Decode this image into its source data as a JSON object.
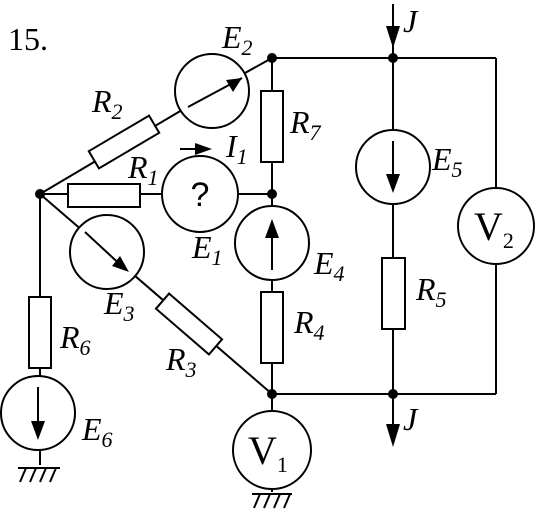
{
  "problem_number": "15.",
  "labels": {
    "E2": {
      "main": "E",
      "sub": "2"
    },
    "R2": {
      "main": "R",
      "sub": "2"
    },
    "R1": {
      "main": "R",
      "sub": "1"
    },
    "I1": {
      "main": "I",
      "sub": "1"
    },
    "R7": {
      "main": "R",
      "sub": "7"
    },
    "E1": {
      "main": "E",
      "sub": "1"
    },
    "E4": {
      "main": "E",
      "sub": "4"
    },
    "E3": {
      "main": "E",
      "sub": "3"
    },
    "R3": {
      "main": "R",
      "sub": "3"
    },
    "R4": {
      "main": "R",
      "sub": "4"
    },
    "R6": {
      "main": "R",
      "sub": "6"
    },
    "E6": {
      "main": "E",
      "sub": "6"
    },
    "E5": {
      "main": "E",
      "sub": "5"
    },
    "R5": {
      "main": "R",
      "sub": "5"
    },
    "J_top": "J",
    "J_bottom": "J"
  },
  "unknown_meter": "?",
  "voltmeters": {
    "V1": {
      "main": "V",
      "sub": "1"
    },
    "V2": {
      "main": "V",
      "sub": "2"
    }
  }
}
